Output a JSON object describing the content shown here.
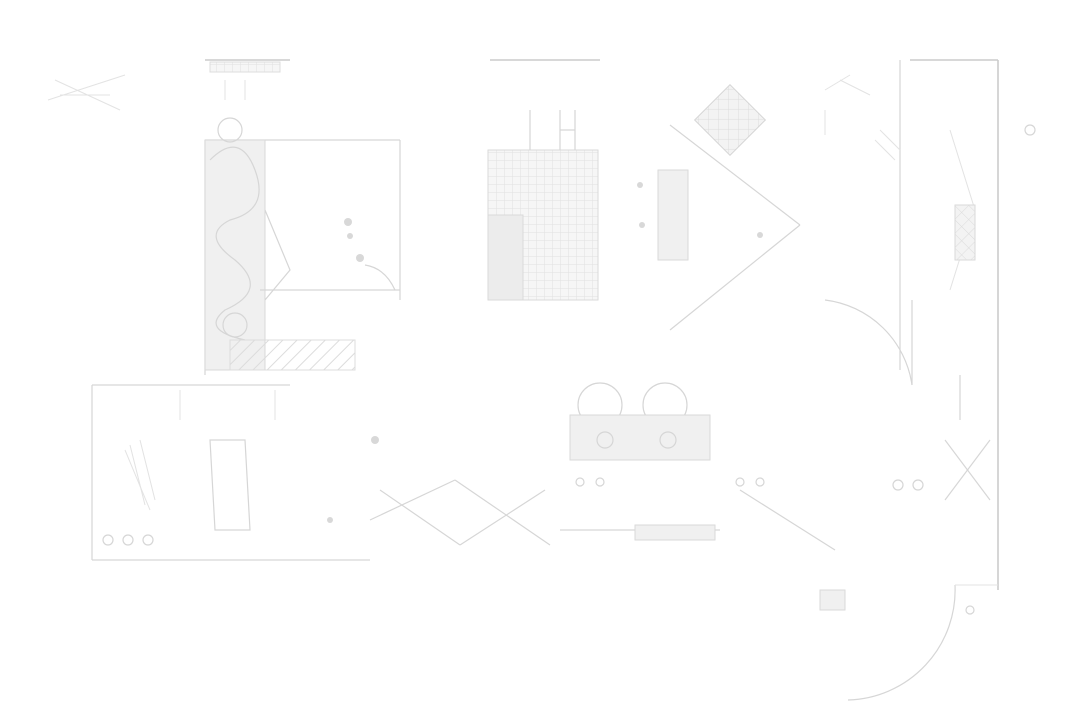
{
  "drawing": {
    "kind": "faint-floor-plan-sketch",
    "colors": {
      "background": "#ffffff",
      "line": "#d6d6d6",
      "fill": "#f0f0f0"
    },
    "icons": [
      "wall-outline",
      "bed-icon",
      "rug-pattern",
      "plant-icon",
      "armchair-icon",
      "door-swing-arc",
      "dining-chairs-icon",
      "cross-bracing"
    ]
  }
}
